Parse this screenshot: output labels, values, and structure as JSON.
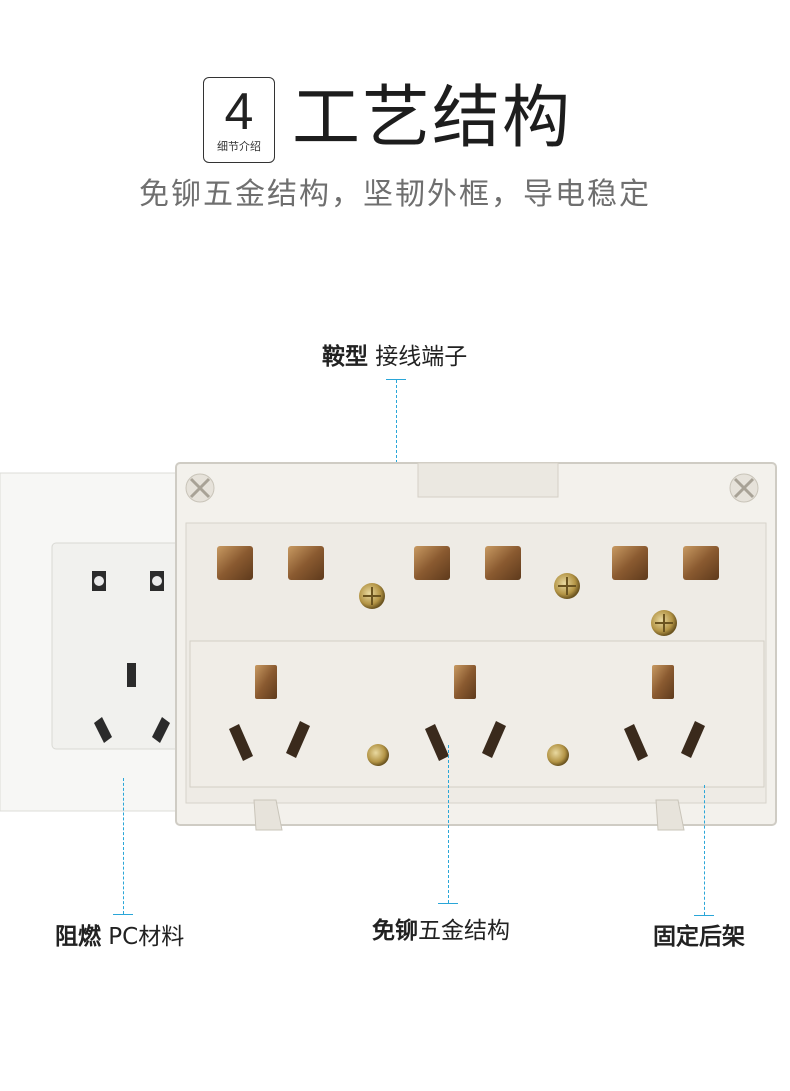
{
  "header": {
    "number": "4",
    "number_caption": "细节介绍",
    "title": "工艺结构",
    "subtitle": "免铆五金结构，坚韧外框，导电稳定"
  },
  "callouts": {
    "terminal": {
      "bold": "鞍型",
      "text": " 接线端子"
    },
    "material": {
      "bold": "阻燃",
      "text": " PC材料"
    },
    "structure": {
      "bold": "免铆",
      "text": "五金结构"
    },
    "bracket": {
      "bold": "固定后架",
      "text": ""
    }
  },
  "colors": {
    "accent_line": "#2aa6d8",
    "copper": "#9b6a3c",
    "plastic": "#f3f1ec"
  }
}
